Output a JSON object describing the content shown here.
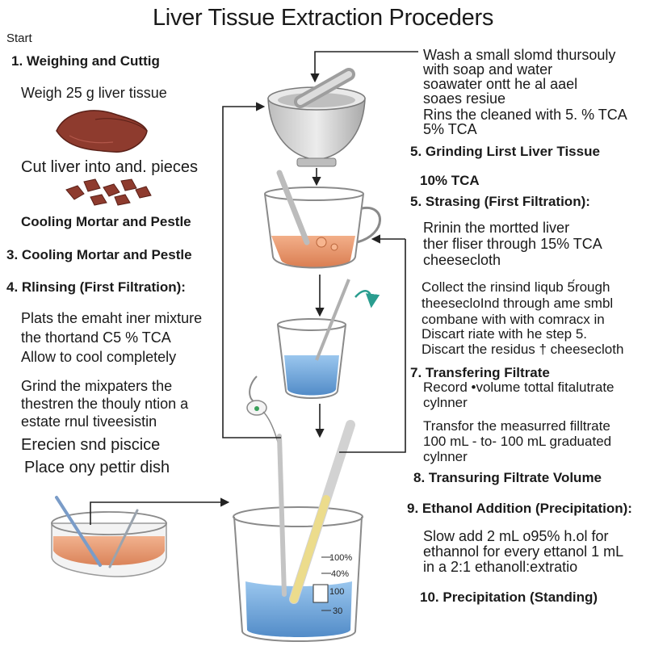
{
  "title": "Liver Tissue Extraction Proceders",
  "start": "Start",
  "left": {
    "step1_heading": "1. Weighing and Cuttig",
    "weigh": "Weigh 25 g liver tissue",
    "cut": "Cut liver into and. pieces",
    "cool_a": "Cooling Mortar and Pestle",
    "step3_heading": "3. Cooling Mortar and Pestle",
    "step4_heading": "4. Rlinsing (First Filtration):",
    "p4": [
      "Plats the emaht iner mixture",
      "the thortand C5 % TCA",
      "Allow to cool completely"
    ],
    "p5": [
      "Grind the mixpaters the",
      "thestren the thouly ntion a",
      "estate rnul tiveesistin"
    ],
    "p6": [
      "Erecien snd piscice",
      "Place ony pettir dish"
    ]
  },
  "right": {
    "wash": [
      "Wash a small slomd thursouly",
      "with soap and water",
      "soawater ontt he al aael",
      "soaes resiue",
      "Rins the cleaned with 5. % TCA",
      "5% TCA"
    ],
    "step5_heading": "5. Grinding Lirst Liver Tissue",
    "tca10": "10% TCA",
    "step5b_heading": "5. Strasing (First Filtration):",
    "strain": [
      "Rrinin the mortted liver",
      "ther fliser through 15% TCA",
      "cheesecloth"
    ],
    "collect": [
      "Collect the rinsind liqub 5́rough",
      "theesecloInd through ame smbl",
      "combane with with comracx in",
      "Discart riate with he step 5.",
      "Discart the residus † cheesecloth"
    ],
    "step7_heading": "7. Transfering Filtrate",
    "record": [
      "Record •volume tottal fitalutrate",
      "cylnner"
    ],
    "transfer": [
      "Transfor the measurred filltrate",
      "100 mL - to- 100 mL graduated",
      "cylnner"
    ],
    "step8_heading": "8. Transuring Filtrate Volume",
    "step9_heading": "9. Ethanol Addition (Precipitation):",
    "ethanol": [
      "Slow add 2 mL o95% h.ol for",
      "ethannol for every ettanol 1 mL",
      "in a 2:1 ethanoll:extratio"
    ],
    "step10_heading": "10. Precipitation (Standing)"
  },
  "beaker_marks": [
    "100%",
    "40%",
    "100",
    "30"
  ],
  "colors": {
    "liver": "#8e3b2e",
    "orange_liquid": "#e3895a",
    "blue_liquid": "#4f8fcf",
    "tube_yellow": "#ecdc8c",
    "mortar_gray": "#cfcfcf",
    "arrow": "#222222",
    "teal_arrow": "#2a9d8f"
  },
  "icons": [
    "mortar-pestle-icon",
    "measuring-cup-icon",
    "beaker-icon",
    "petri-dish-icon",
    "graduated-beaker-icon",
    "liver-icon"
  ]
}
